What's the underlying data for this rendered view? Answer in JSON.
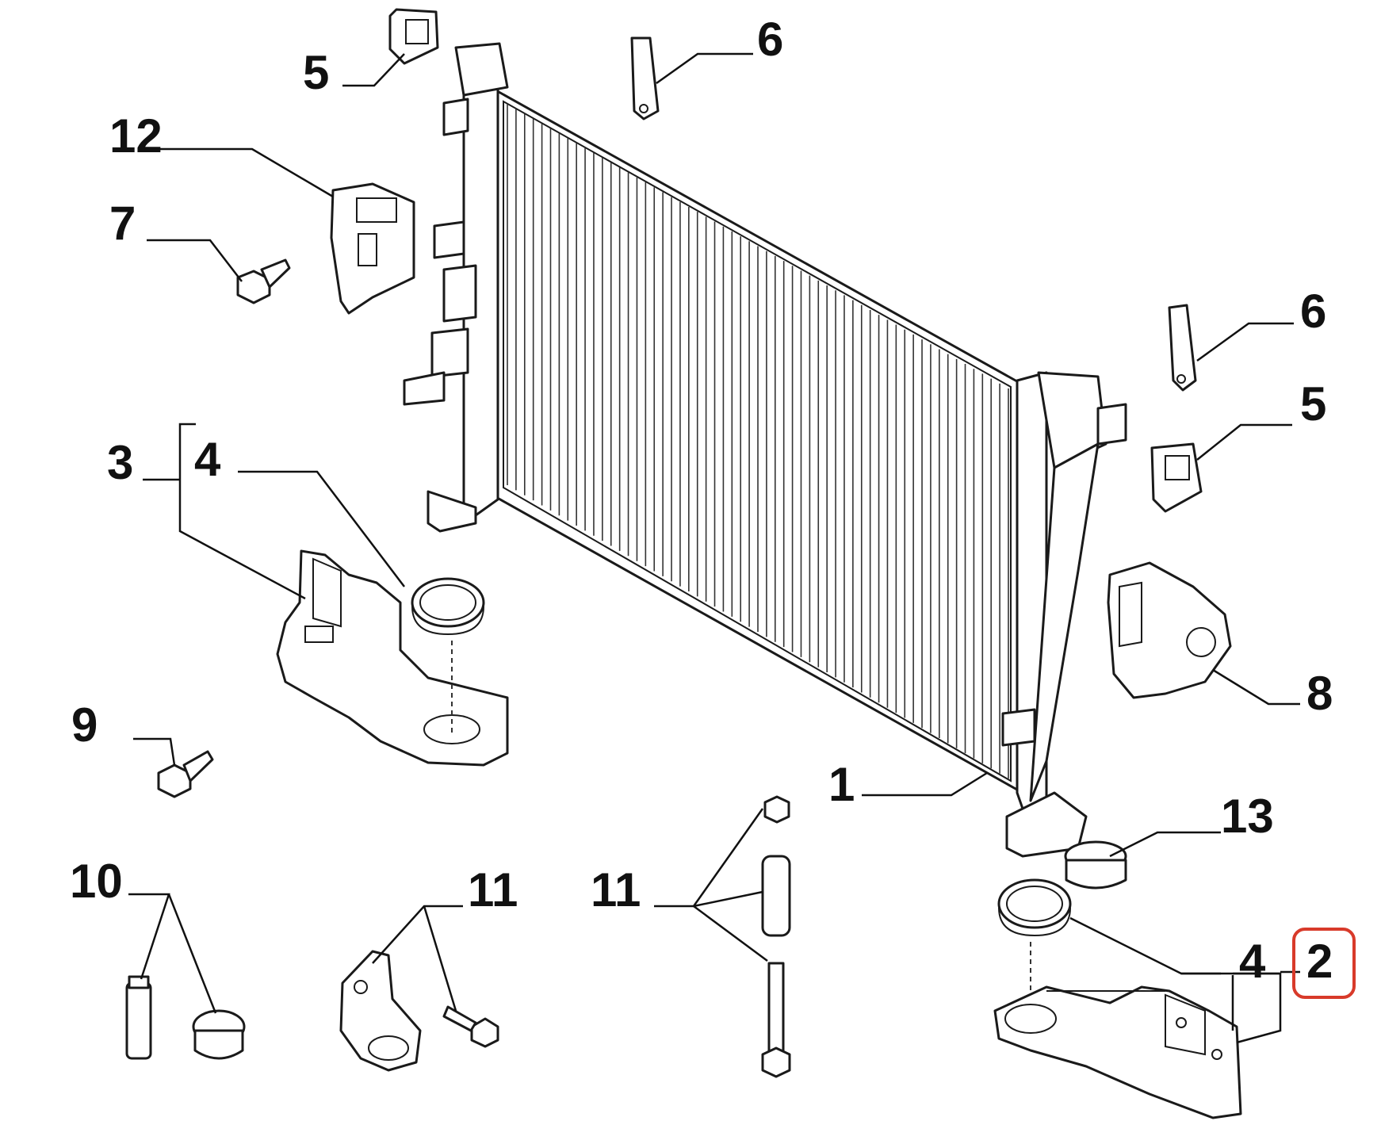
{
  "diagram": {
    "highlight_color": "#d83a2a",
    "callouts": [
      {
        "id": "c1",
        "text": "1"
      },
      {
        "id": "c2",
        "text": "2",
        "highlighted": true
      },
      {
        "id": "c3",
        "text": "3"
      },
      {
        "id": "c4a",
        "text": "4"
      },
      {
        "id": "c4b",
        "text": "4"
      },
      {
        "id": "c5a",
        "text": "5"
      },
      {
        "id": "c5b",
        "text": "5"
      },
      {
        "id": "c6a",
        "text": "6"
      },
      {
        "id": "c6b",
        "text": "6"
      },
      {
        "id": "c7",
        "text": "7"
      },
      {
        "id": "c8",
        "text": "8"
      },
      {
        "id": "c9",
        "text": "9"
      },
      {
        "id": "c10",
        "text": "10"
      },
      {
        "id": "c11a",
        "text": "11"
      },
      {
        "id": "c11b",
        "text": "11"
      },
      {
        "id": "c12",
        "text": "12"
      },
      {
        "id": "c13",
        "text": "13"
      }
    ]
  }
}
